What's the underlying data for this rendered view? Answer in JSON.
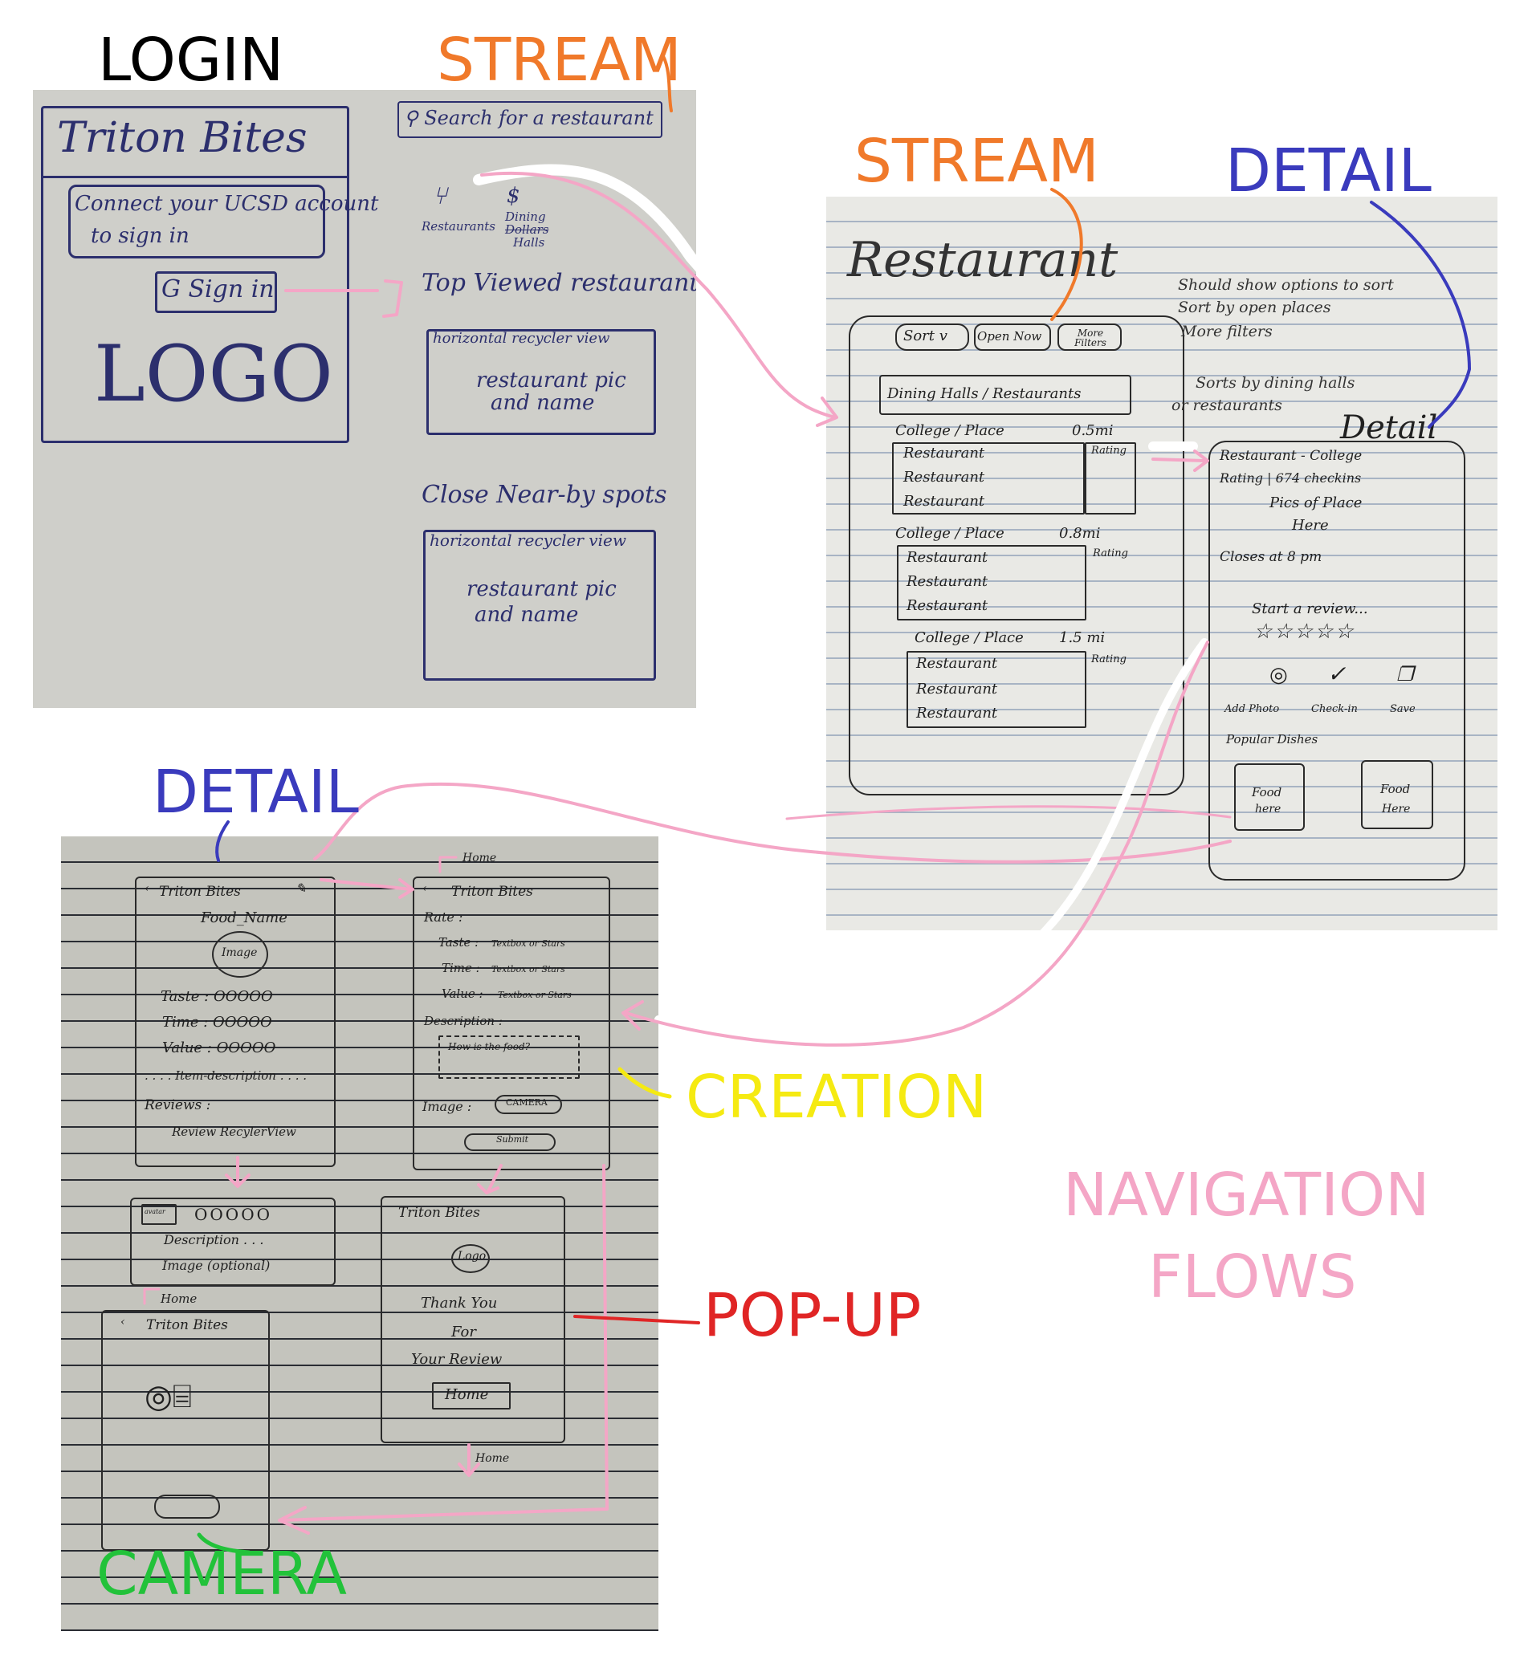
{
  "labels": {
    "login": "LOGIN",
    "stream_top": "STREAM",
    "stream_right": "STREAM",
    "detail_right": "DETAIL",
    "detail_bottom": "DETAIL",
    "creation": "CREATION",
    "popup": "POP-UP",
    "camera": "CAMERA",
    "navigation_1": "NAVIGATION",
    "navigation_2": "FLOWS"
  },
  "colors": {
    "login": "#000000",
    "stream": "#f0792a",
    "detail": "#3a3bbd",
    "creation": "#f5ea12",
    "popup": "#e02525",
    "camera": "#22c23a",
    "navigation": "#f4a6c6",
    "ink": "#2c2f6d",
    "pencil": "#2a2a2a"
  },
  "login_sketch": {
    "title": "Triton Bites",
    "connect_line1": "Connect your UCSD account",
    "connect_line2": "to sign in",
    "signin": "G  Sign in",
    "logo": "LOGO"
  },
  "stream_sketch": {
    "search": "Search for a restaurant",
    "search_icon": "magnifier-icon",
    "cat1": "Restaurants",
    "cat1_icon": "fork-knife-icon",
    "cat2_line1": "Dining",
    "cat2_struck": "Dollars",
    "cat2_line2": "Halls",
    "cat2_icon": "dollar-icon",
    "top_title": "Top Viewed restaurants",
    "top_box_label": "horizontal recycler view",
    "top_box_content1": "restaurant pic",
    "top_box_content2": "and name",
    "close_title": "Close Near-by spots",
    "close_box_label": "horizontal recycler view",
    "close_box_content1": "restaurant pic",
    "close_box_content2": "and name"
  },
  "restaurant_sketch": {
    "title": "Restaurant",
    "note1": "Should show options to sort",
    "note2": "Sort by open places",
    "note3": "More filters",
    "note4_line1": "Sorts by dining halls",
    "note4_line2": "or restaurants",
    "btn_sort": "Sort v",
    "btn_open": "Open Now",
    "btn_filters": "More Filters",
    "toggle": "Dining Halls / Restaurants",
    "groups": [
      {
        "header": "College / Place",
        "dist": "0.5mi",
        "rating": "Rating",
        "items": [
          "Restaurant",
          "Restaurant",
          "Restaurant"
        ]
      },
      {
        "header": "College / Place",
        "dist": "0.8mi",
        "rating": "Rating",
        "items": [
          "Restaurant",
          "Restaurant",
          "Restaurant"
        ]
      },
      {
        "header": "College / Place",
        "dist": "1.5 mi",
        "rating": "Rating",
        "items": [
          "Restaurant",
          "Restaurant",
          "Restaurant"
        ]
      }
    ]
  },
  "detail_sketch": {
    "label": "Detail",
    "line1": "Restaurant - College",
    "line2": "Rating | 674 checkins",
    "pics1": "Pics of Place",
    "pics2": "Here",
    "closes": "Closes at 8 pm",
    "review": "Start a review...",
    "action1": "Add Photo",
    "action1_icon": "camera-icon",
    "action2": "Check-in",
    "action2_icon": "check-in-icon",
    "action3": "Save",
    "action3_icon": "bookmark-icon",
    "popular": "Popular Dishes",
    "food1_line1": "Food",
    "food1_line2": "here",
    "food2_line1": "Food",
    "food2_line2": "Here"
  },
  "food_detail_sketch": {
    "header": "Triton Bites",
    "back_icon": "back-icon",
    "edit_icon": "pencil-icon",
    "food_name": "Food_Name",
    "image": "Image",
    "taste": "Taste : OOOOO",
    "time": "Time : OOOOO",
    "value": "Value : OOOOO",
    "item_desc": ". . . . Item-description . . . .",
    "reviews": "Reviews :",
    "review_recycler": "Review RecylerView"
  },
  "creation_sketch": {
    "home": "Home",
    "header": "Triton Bites",
    "rate": "Rate :",
    "taste_label": "Taste :",
    "taste_hint": "Textbox or Stars",
    "time_label": "Time :",
    "time_hint": "Textbox or Stars",
    "value_label": "Value :",
    "value_hint": "Textbox or Stars",
    "description": "Description :",
    "desc_placeholder": "How is the food?",
    "image": "Image :",
    "camera_btn": "CAMERA",
    "submit": "Submit"
  },
  "review_card_sketch": {
    "avatar": "avatar",
    "stars": "OOOOO",
    "description": "Description . . .",
    "image": "Image (optional)"
  },
  "camera_sketch": {
    "home": "Home",
    "header": "Triton Bites"
  },
  "popup_sketch": {
    "header": "Triton Bites",
    "logo": "Logo",
    "thanks1": "Thank You",
    "thanks2": "For",
    "thanks3": "Your Review",
    "home_btn": "Home",
    "home_link": "Home"
  }
}
